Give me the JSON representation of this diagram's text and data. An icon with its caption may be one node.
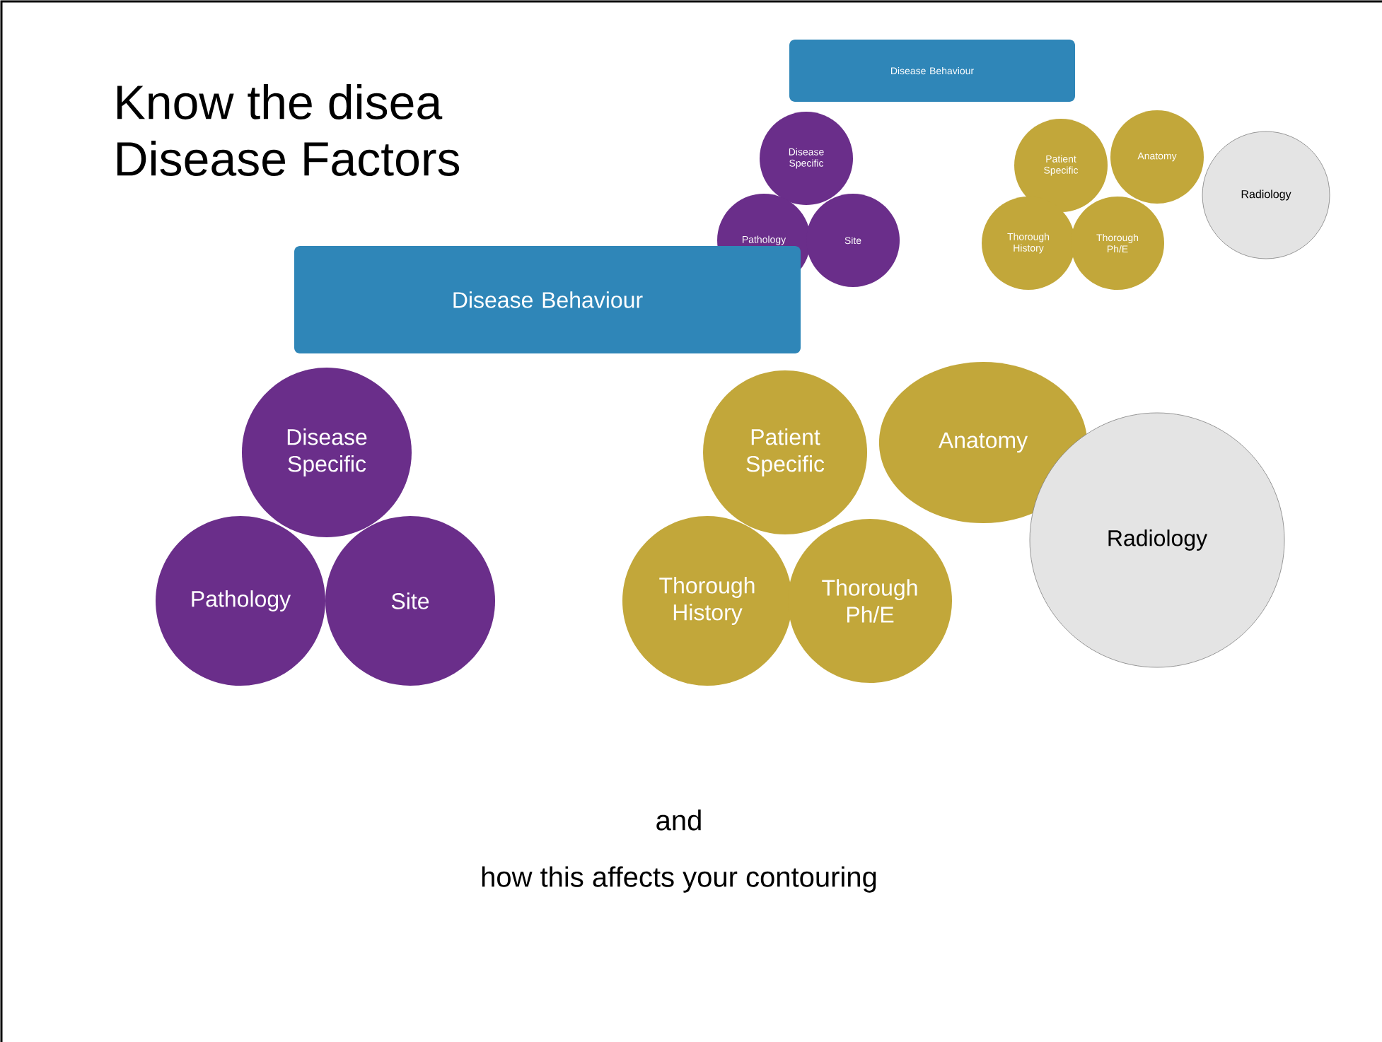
{
  "diagram": {
    "nodes": [
      {
        "text": [
          "Disease Behaviour"
        ]
      },
      {
        "text": [
          "Disease Specific"
        ]
      },
      {
        "text": [
          "Pathology"
        ]
      },
      {
        "text": [
          "Site"
        ]
      },
      {
        "text": [
          "Patient Specific"
        ]
      },
      {
        "text": [
          "Anatomy"
        ]
      },
      {
        "text": [
          "Thorough History"
        ]
      },
      {
        "text": [
          "Thorough Ph/E"
        ]
      },
      {
        "text": [
          "Radiology"
        ]
      },
      {
        "text": [
          "Disease Behaviour"
        ]
      },
      {
        "text": [
          "Disease Specific"
        ]
      },
      {
        "text": [
          "Pathology"
        ]
      },
      {
        "text": [
          "Site"
        ]
      },
      {
        "text": [
          "Patient Specific"
        ]
      },
      {
        "text": [
          "Anatomy"
        ]
      },
      {
        "text": [
          "Thorough History"
        ]
      },
      {
        "text": [
          "Thorough Ph/E"
        ]
      },
      {
        "text": [
          "Radiology"
        ]
      }
    ],
    "labels": [
      "Know the disea",
      "Disease Factors",
      "and",
      "how this affects your contouring"
    ]
  }
}
